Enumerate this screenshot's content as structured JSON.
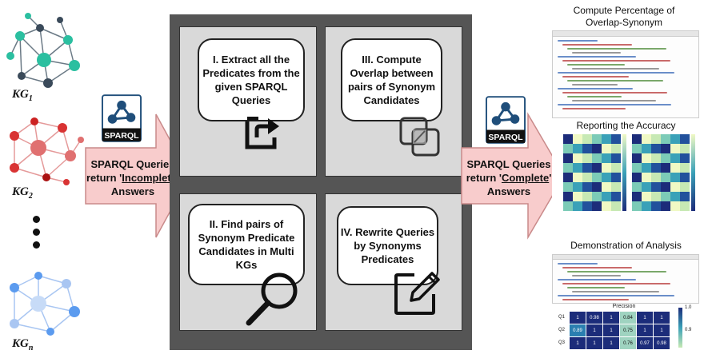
{
  "knowledge_graphs": [
    {
      "name": "KG",
      "subscript": "1",
      "color": "#2bbfa0"
    },
    {
      "name": "KG",
      "subscript": "2",
      "color": "#d93333"
    },
    {
      "name": "KG",
      "subscript": "n",
      "color": "#5b9bef"
    }
  ],
  "sparql_logo_text": "SPARQL",
  "left_arrow": {
    "line1": "SPARQL Queries",
    "line2_prefix": "return '",
    "line2_emph": "Incomplete",
    "line2_suffix": "'",
    "line3": "Answers"
  },
  "right_arrow": {
    "line1": "SPARQL Queries",
    "line2_prefix": "return '",
    "line2_emph": "Complete",
    "line2_suffix": "'",
    "line3": "Answers"
  },
  "steps": [
    {
      "label": "I. Extract all the Predicates from the given SPARQL Queries",
      "icon": "export-icon"
    },
    {
      "label": "III. Compute Overlap between pairs of Synonym Candidates",
      "icon": "overlap-squares-icon"
    },
    {
      "label": "II. Find pairs of Synonym Predicate Candidates in Multi KGs",
      "icon": "magnifier-icon"
    },
    {
      "label": "IV. Rewrite Queries by Synonyms Predicates",
      "icon": "edit-icon"
    }
  ],
  "outputs": {
    "overlap_title": "Compute Percentage of Overlap-Synonym",
    "accuracy_title": "Reporting the Accuracy",
    "analysis_title": "Demonstration of Analysis",
    "analysis_chart_title": "Precision",
    "analysis_rows": [
      {
        "label": "Q1",
        "values": [
          "1",
          "0.98",
          "1",
          "0.84",
          "1",
          "1"
        ]
      },
      {
        "label": "Q2",
        "values": [
          "0.89",
          "1",
          "1",
          "0.75",
          "1",
          "1"
        ]
      },
      {
        "label": "Q3",
        "values": [
          "1",
          "1",
          "1",
          "0.76",
          "0.97",
          "0.98"
        ]
      }
    ],
    "colorbar_ticks": [
      "1.0",
      "0.9"
    ]
  },
  "colors": {
    "arrow_fill": "#f8cccc",
    "arrow_stroke": "#c98a8a",
    "panel": "#555555",
    "quad": "#d9d9d9"
  }
}
